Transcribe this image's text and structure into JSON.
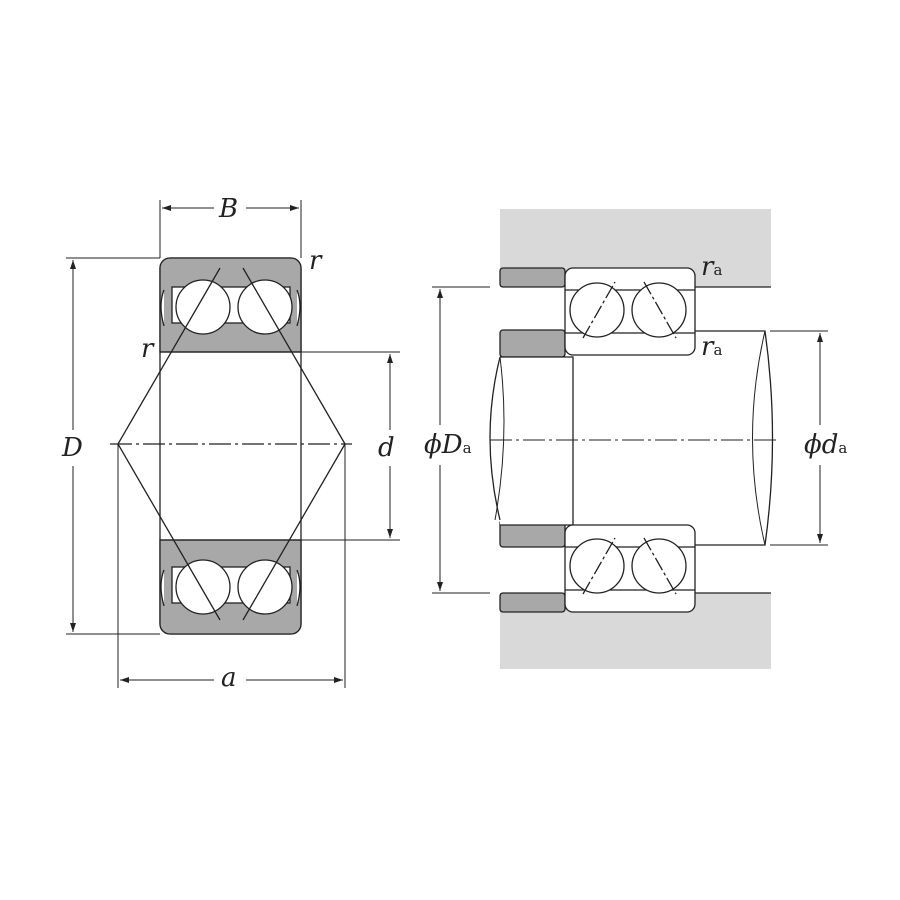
{
  "left_view": {
    "labels": {
      "B": "B",
      "r_top": "r",
      "r_inner": "r",
      "D": "D",
      "d": "d",
      "a": "a"
    }
  },
  "right_view": {
    "labels": {
      "ra_top": "r",
      "ra_top_sub": "a",
      "ra_bottom": "r",
      "ra_bottom_sub": "a",
      "Da_phi": "ϕD",
      "Da_sub": "a",
      "da_phi": "ϕd",
      "da_sub": "a"
    }
  },
  "colors": {
    "ring": "#a8a8a8",
    "housing": "#d9d9d9",
    "line": "#222222"
  }
}
